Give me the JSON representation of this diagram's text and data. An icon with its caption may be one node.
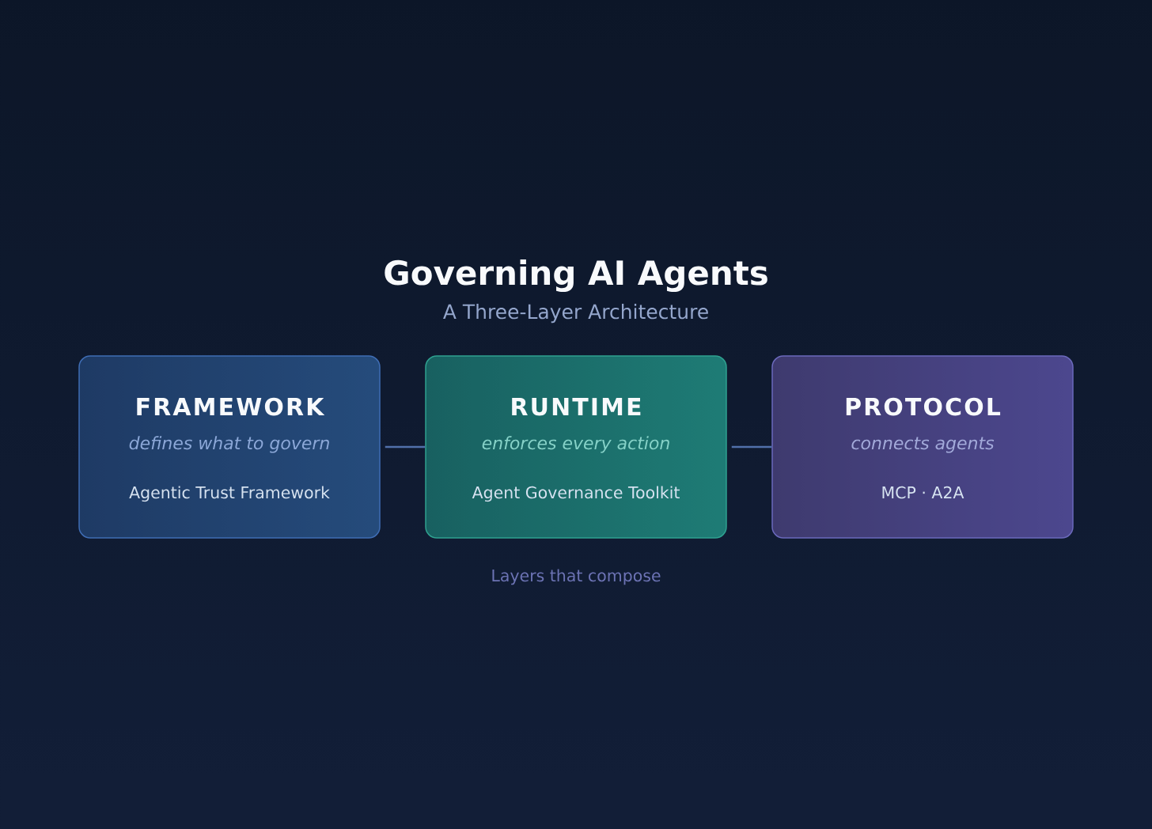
{
  "diagram": {
    "title": "Governing AI Agents",
    "nodes": [
      {
        "text": [
          "FRAMEWORK",
          "defines what to govern",
          "Agentic Trust Framework"
        ]
      },
      {
        "text": [
          "RUNTIME",
          "enforces every action",
          "Agent Governance Toolkit"
        ]
      },
      {
        "text": [
          "PROTOCOL",
          "connects agents",
          "MCP · A2A"
        ]
      }
    ],
    "edges": [
      {
        "from": 0,
        "to": 1,
        "arrow": "none"
      },
      {
        "from": 1,
        "to": 2,
        "arrow": "none"
      }
    ],
    "labels": [
      "A Three-Layer Architecture"
    ],
    "caption": "Layers that compose"
  }
}
